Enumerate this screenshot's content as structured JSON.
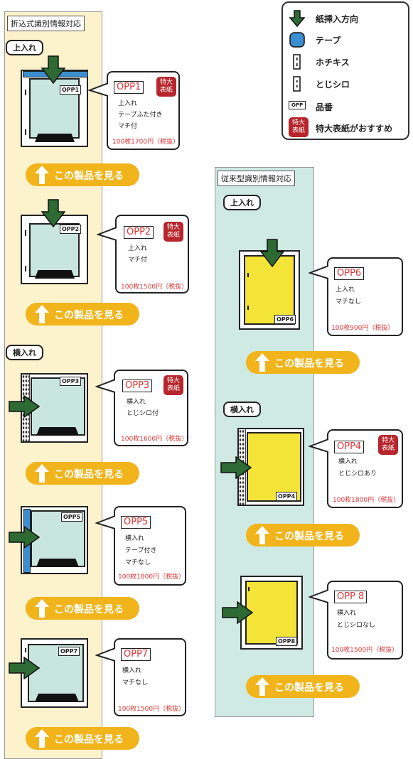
{
  "left_column": {
    "title": "折込式識別情報対応",
    "top_insert_label": "上入れ",
    "side_insert_label": "横入れ"
  },
  "right_column": {
    "title": "従来型識別情報対応",
    "top_insert_label": "上入れ",
    "side_insert_label": "横入れ"
  },
  "legend": {
    "items": [
      {
        "icon": "green-arrow-icon",
        "label": "紙挿入方向"
      },
      {
        "icon": "tape-icon",
        "label": "テープ"
      },
      {
        "icon": "staple-icon",
        "label": "ホチキス"
      },
      {
        "icon": "binding-edge-icon",
        "label": "とじシロ"
      },
      {
        "icon": "product-code-icon",
        "label": "品番",
        "tag": "OPP"
      },
      {
        "icon": "large-cover-badge-icon",
        "label": "特大表紙がおすすめ",
        "badge": "特大\n表紙"
      }
    ]
  },
  "products": [
    {
      "id": "OPP1",
      "tag": "OPP1",
      "name": "OPP1",
      "badge": "特大\n表紙",
      "desc": [
        "上入れ",
        "テープふた付き",
        "マチ付"
      ],
      "price": "100枚1700円（税抜）"
    },
    {
      "id": "OPP2",
      "tag": "OPP2",
      "name": "OPP2",
      "badge": "特大\n表紙",
      "desc": [
        "上入れ",
        "マチ付"
      ],
      "price": "100枚1500円（税抜）"
    },
    {
      "id": "OPP3",
      "tag": "OPP3",
      "name": "OPP3",
      "badge": "特大\n表紙",
      "desc": [
        "横入れ",
        "とじシロ付"
      ],
      "price": "100枚1600円（税抜）"
    },
    {
      "id": "OPP5",
      "tag": "OPP5",
      "name": "OPP5",
      "badge": "",
      "desc": [
        "横入れ",
        "テープ付き",
        "マチなし"
      ],
      "price": "100枚1800円（税抜）"
    },
    {
      "id": "OPP7",
      "tag": "OPP7",
      "name": "OPP7",
      "badge": "",
      "desc": [
        "横入れ",
        "マチなし"
      ],
      "price": "100枚1500円（税抜）"
    },
    {
      "id": "OPP6",
      "tag": "OPP6",
      "name": "OPP6",
      "badge": "",
      "desc": [
        "上入れ",
        "マチなし"
      ],
      "price": "100枚900円（税抜）"
    },
    {
      "id": "OPP4",
      "tag": "OPP4",
      "name": "OPP4",
      "badge": "特大\n表紙",
      "desc": [
        "横入れ",
        "とじシロあり"
      ],
      "price": "100枚1800円（税抜）"
    },
    {
      "id": "OPP8",
      "tag": "OPP8",
      "name": "OPP 8",
      "badge": "",
      "desc": [
        "横入れ",
        "とじシロなし"
      ],
      "price": "100枚1500円（税抜）"
    }
  ],
  "view_product_label": "この製品を見る",
  "colors": {
    "arrow_green": "#2e6b34",
    "tape_blue": "#3b8fd0",
    "button_orange": "#f1b41b",
    "badge_red": "#b6262c",
    "price_red": "#e03333",
    "left_bg": "#fcf2cc",
    "right_bg": "#cfe9e3",
    "envelope_teal": "#c9e6de",
    "envelope_yellow": "#f5e438"
  }
}
